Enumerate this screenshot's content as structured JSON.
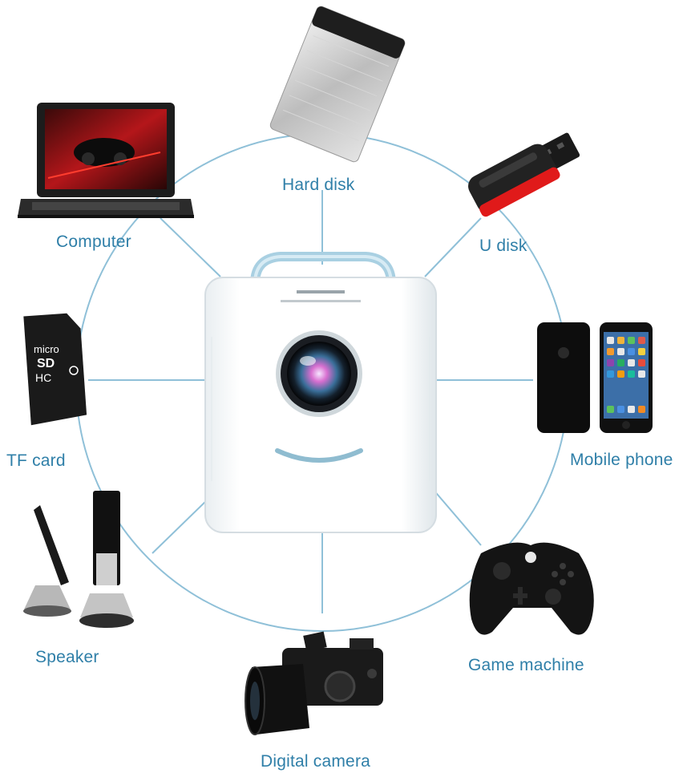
{
  "diagram": {
    "center_device": "mini projector",
    "center_icon": "projector-icon",
    "connections": [
      {
        "key": "hard_disk",
        "label": "Hard disk",
        "icon": "hard-disk-icon"
      },
      {
        "key": "u_disk",
        "label": "U disk",
        "icon": "usb-drive-icon"
      },
      {
        "key": "mobile_phone",
        "label": "Mobile phone",
        "icon": "smartphone-icon"
      },
      {
        "key": "game_machine",
        "label": "Game machine",
        "icon": "gamepad-icon"
      },
      {
        "key": "digital_camera",
        "label": "Digital camera",
        "icon": "camera-icon"
      },
      {
        "key": "speaker",
        "label": "Speaker",
        "icon": "speaker-icon"
      },
      {
        "key": "tf_card",
        "label": "TF card",
        "icon": "microsd-card-icon"
      },
      {
        "key": "computer",
        "label": "Computer",
        "icon": "laptop-icon"
      }
    ],
    "tf_card_text": {
      "line1": "micro",
      "line2": "SD",
      "line3": "HC"
    },
    "colors": {
      "ring": "#8fc0d8",
      "label": "#2f7fa8",
      "accent": "#7ab3cc"
    }
  }
}
